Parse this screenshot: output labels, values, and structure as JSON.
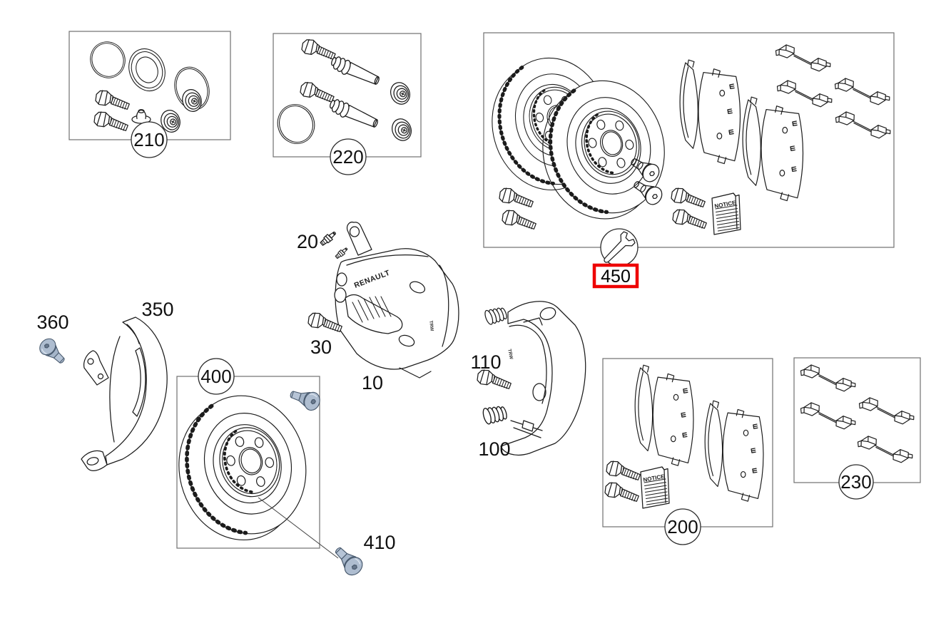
{
  "diagram": {
    "background": "#ffffff",
    "line_color": "#1c1c1c",
    "box_border_color": "#707070",
    "highlight_color": "#ee0000",
    "hardware_fill": "#aebdd0",
    "hardware_shade": "#8fa3ba",
    "hardware_outline": "#47586c"
  },
  "callouts": {
    "c210": "210",
    "c220": "220",
    "c450": "450",
    "c400": "400",
    "c200": "200",
    "c230": "230",
    "p10": "10",
    "p20": "20",
    "p30": "30",
    "p100": "100",
    "p110": "110",
    "p350": "350",
    "p360": "360",
    "p410": "410"
  },
  "annotations": {
    "notice_title": "NOTICE",
    "caliper_brand": "RENAULT",
    "supplier_brand": "TRW"
  },
  "icons": {
    "tool_badge": "wrench-icon"
  }
}
